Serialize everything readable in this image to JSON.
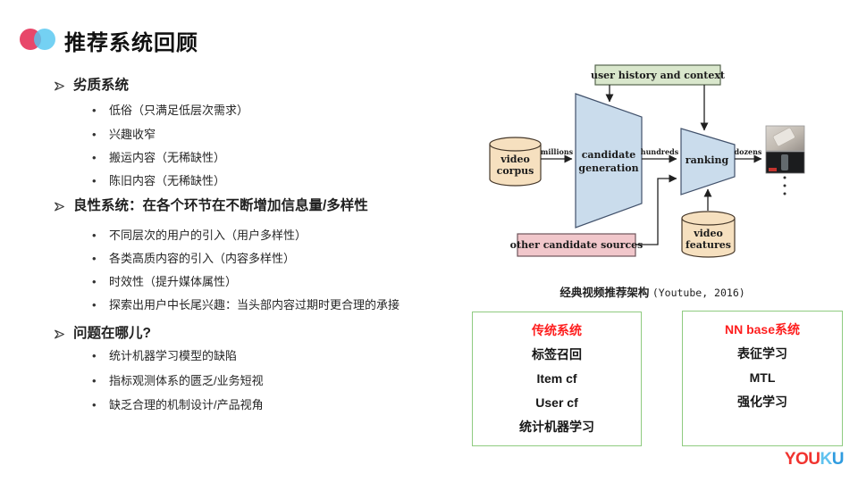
{
  "slide": {
    "title": "推荐系统回顾"
  },
  "outline": {
    "sections": [
      {
        "header": "劣质系统",
        "items": [
          "低俗（只满足低层次需求）",
          "兴趣收窄",
          "搬运内容（无稀缺性）",
          "陈旧内容（无稀缺性）"
        ]
      },
      {
        "header": "良性系统：在各个环节在不断增加信息量/多样性",
        "items": [
          "不同层次的用户的引入（用户多样性）",
          "各类高质内容的引入（内容多样性）",
          "时效性（提升媒体属性）",
          "探索出用户中长尾兴趣：当头部内容过期时更合理的承接"
        ]
      },
      {
        "header": "问题在哪儿?",
        "items": [
          "统计机器学习模型的缺陷",
          "指标观测体系的匮乏/业务短视",
          "缺乏合理的机制设计/产品视角"
        ]
      }
    ]
  },
  "diagram": {
    "caption_zh": "经典视频推荐架构",
    "caption_en": "(Youtube, 2016)",
    "nodes": {
      "user_history": "user history and context",
      "video_corpus_1": "video",
      "video_corpus_2": "corpus",
      "candidate_generation_1": "candidate",
      "candidate_generation_2": "generation",
      "ranking": "ranking",
      "other_sources": "other candidate sources",
      "video_features_1": "video",
      "video_features_2": "features"
    },
    "edges": {
      "millions": "millions",
      "hundreds": "hundreds",
      "dozens": "dozens"
    }
  },
  "system_boxes": [
    {
      "title": "传统系统",
      "items": [
        "标签召回",
        "Item cf",
        "User cf",
        "统计机器学习"
      ]
    },
    {
      "title": "NN base系统",
      "items": [
        "表征学习",
        "MTL",
        "强化学习"
      ]
    }
  ],
  "logo": {
    "part1": "YOU",
    "part2": "K",
    "part3": "U"
  },
  "colors": {
    "accent_red": "#fe1e1e",
    "box_border_green": "#8fcb80",
    "diagram_green": "#d9e7cc",
    "diagram_blue": "#cadcec",
    "diagram_tan": "#f6e0bf",
    "diagram_pink": "#f1c7cb",
    "youku_red": "#f1332f",
    "youku_k_blue": "#5fc2ef",
    "youku_u_blue": "#2f9bdf",
    "title_icon_pink": "#e8476a",
    "title_icon_cyan": "#55c7f0"
  }
}
